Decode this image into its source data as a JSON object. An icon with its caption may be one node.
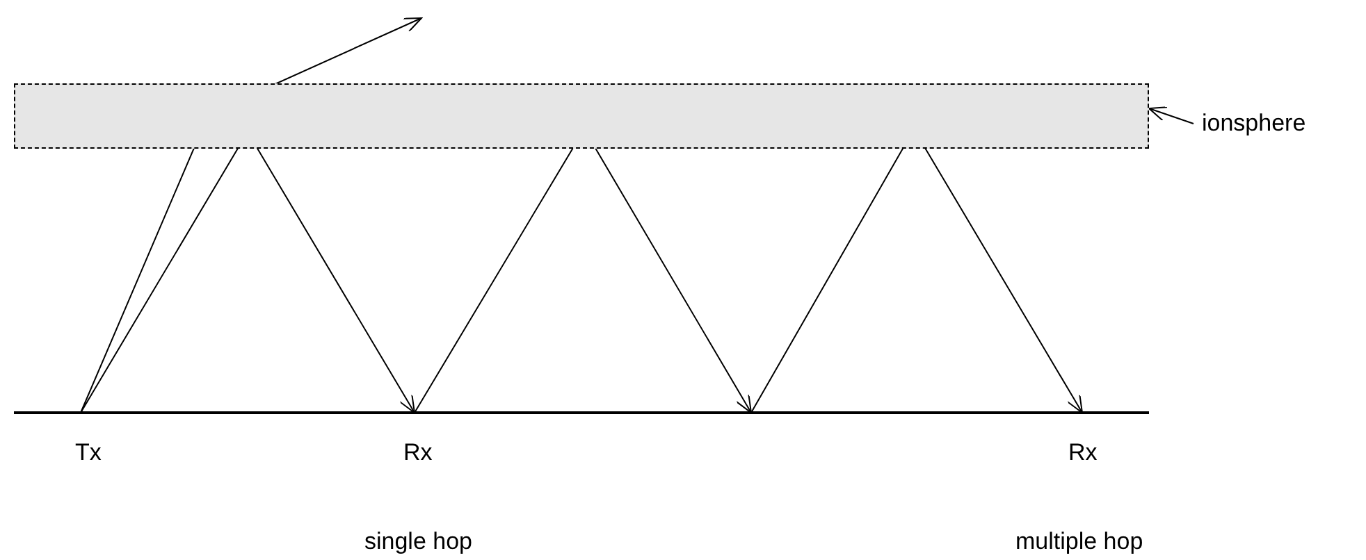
{
  "diagram": {
    "nodes": [
      {
        "text": [],
        "shape": "box"
      },
      {
        "text": [
          "ionsphere"
        ]
      }
    ],
    "edges": [
      {
        "from": 1,
        "to": 0,
        "arrow": "to"
      }
    ],
    "labels": [
      "Tx",
      "Rx",
      "Rx",
      "single hop",
      "multiple hop"
    ]
  }
}
